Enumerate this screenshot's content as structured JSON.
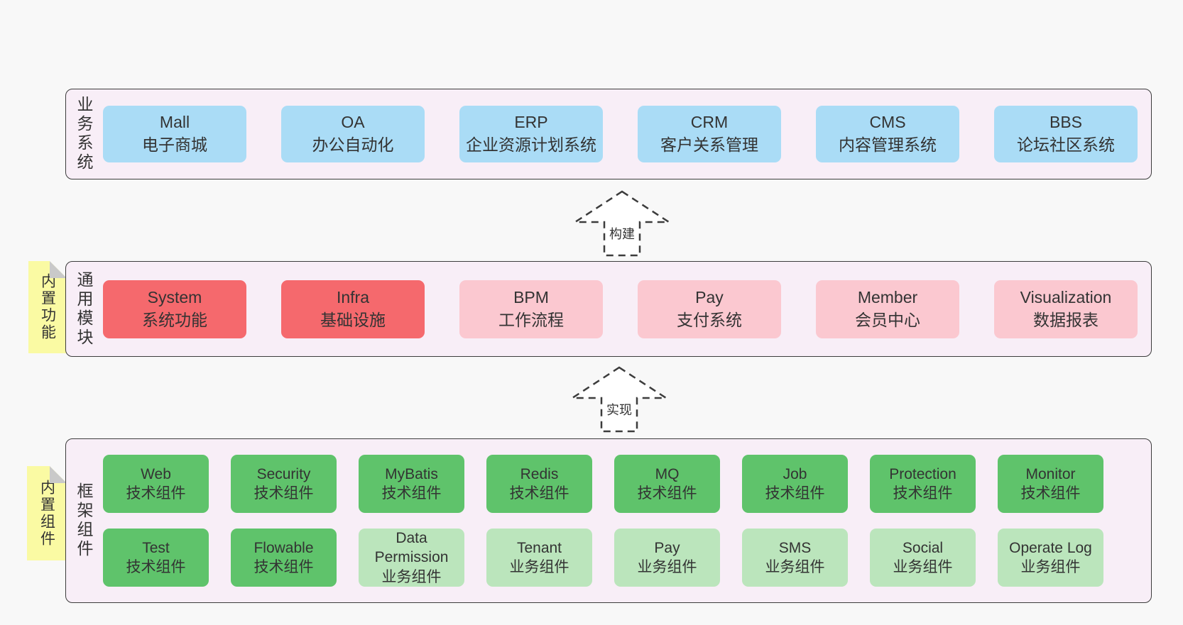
{
  "palette": {
    "page_bg": "#f8f8f8",
    "layer_bg": "#f8eef7",
    "line": "#3c3c3c",
    "text": "#333333",
    "blue_box": "#aadcf6",
    "red_box": "#f5696d",
    "pink_box": "#fbc8d0",
    "green_box": "#5fc36b",
    "light_green_box": "#bbe5bc",
    "note_yellow": "#fafaa3",
    "note_fold_gray": "#c9c9c9"
  },
  "notes": [
    {
      "text": "内置功能"
    },
    {
      "text": "内置组件"
    }
  ],
  "arrows": [
    {
      "label": "构建"
    },
    {
      "label": "实现"
    }
  ],
  "layers": {
    "business": {
      "label": "业务系统",
      "boxes": [
        {
          "title": "Mall",
          "subtitle": "电子商城",
          "variant": "blue"
        },
        {
          "title": "OA",
          "subtitle": "办公自动化",
          "variant": "blue"
        },
        {
          "title": "ERP",
          "subtitle": "企业资源计划系统",
          "variant": "blue"
        },
        {
          "title": "CRM",
          "subtitle": "客户关系管理",
          "variant": "blue"
        },
        {
          "title": "CMS",
          "subtitle": "内容管理系统",
          "variant": "blue"
        },
        {
          "title": "BBS",
          "subtitle": "论坛社区系统",
          "variant": "blue"
        }
      ]
    },
    "modules": {
      "label": "通用模块",
      "boxes": [
        {
          "title": "System",
          "subtitle": "系统功能",
          "variant": "red"
        },
        {
          "title": "Infra",
          "subtitle": "基础设施",
          "variant": "red"
        },
        {
          "title": "BPM",
          "subtitle": "工作流程",
          "variant": "pink"
        },
        {
          "title": "Pay",
          "subtitle": "支付系统",
          "variant": "pink"
        },
        {
          "title": "Member",
          "subtitle": "会员中心",
          "variant": "pink"
        },
        {
          "title": "Visualization",
          "subtitle": "数据报表",
          "variant": "pink"
        }
      ]
    },
    "components": {
      "label": "框架组件",
      "row1": [
        {
          "title": "Web",
          "subtitle": "技术组件",
          "variant": "green"
        },
        {
          "title": "Security",
          "subtitle": "技术组件",
          "variant": "green"
        },
        {
          "title": "MyBatis",
          "subtitle": "技术组件",
          "variant": "green"
        },
        {
          "title": "Redis",
          "subtitle": "技术组件",
          "variant": "green"
        },
        {
          "title": "MQ",
          "subtitle": "技术组件",
          "variant": "green"
        },
        {
          "title": "Job",
          "subtitle": "技术组件",
          "variant": "green"
        },
        {
          "title": "Protection",
          "subtitle": "技术组件",
          "variant": "green"
        },
        {
          "title": "Monitor",
          "subtitle": "技术组件",
          "variant": "green"
        }
      ],
      "row2": [
        {
          "title": "Test",
          "subtitle": "技术组件",
          "variant": "green"
        },
        {
          "title": "Flowable",
          "subtitle": "技术组件",
          "variant": "green"
        },
        {
          "title": "Data Permission",
          "subtitle": "业务组件",
          "variant": "lightgreen"
        },
        {
          "title": "Tenant",
          "subtitle": "业务组件",
          "variant": "lightgreen"
        },
        {
          "title": "Pay",
          "subtitle": "业务组件",
          "variant": "lightgreen"
        },
        {
          "title": "SMS",
          "subtitle": "业务组件",
          "variant": "lightgreen"
        },
        {
          "title": "Social",
          "subtitle": "业务组件",
          "variant": "lightgreen"
        },
        {
          "title": "Operate Log",
          "subtitle": "业务组件",
          "variant": "lightgreen"
        }
      ]
    }
  }
}
